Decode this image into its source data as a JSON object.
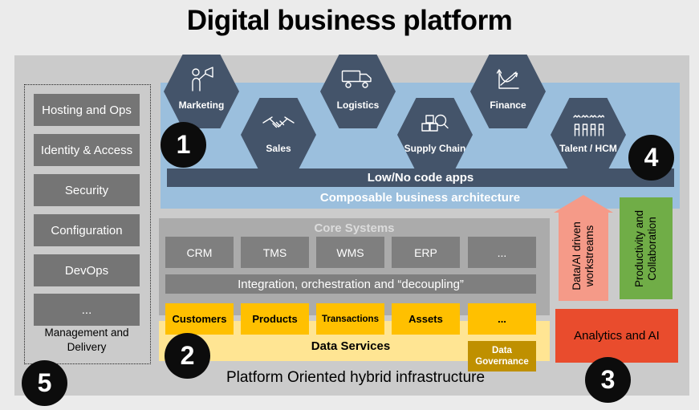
{
  "title": "Digital business platform",
  "badges": {
    "b1": "1",
    "b2": "2",
    "b3": "3",
    "b4": "4",
    "b5": "5"
  },
  "sidebar": {
    "items": [
      "Hosting and Ops",
      "Identity & Access",
      "Security",
      "Configuration",
      "DevOps",
      "..."
    ],
    "caption": "Management and Delivery"
  },
  "hexagons": [
    {
      "label": "Marketing",
      "icon": "megaphone-icon"
    },
    {
      "label": "Sales",
      "icon": "handshake-icon"
    },
    {
      "label": "Logistics",
      "icon": "truck-icon"
    },
    {
      "label": "Supply Chain",
      "icon": "inventory-search-icon"
    },
    {
      "label": "Finance",
      "icon": "chart-icon"
    },
    {
      "label": "Talent / HCM",
      "icon": "people-icon"
    }
  ],
  "apps": {
    "low_no_code": "Low/No code apps",
    "composable": "Composable business architecture"
  },
  "core": {
    "title": "Core Systems",
    "systems": [
      "CRM",
      "TMS",
      "WMS",
      "ERP",
      "..."
    ],
    "integration": "Integration, orchestration and “decoupling”"
  },
  "data_layer": {
    "boxes": [
      "Customers",
      "Products",
      "Transactions",
      "Assets",
      "..."
    ],
    "services": "Data Services",
    "governance": "Data Governance"
  },
  "right_rail": {
    "workstreams": "Data/AI driven workstreams",
    "productivity": "Productivity and Collaboration",
    "analytics": "Analytics and AI"
  },
  "footer": "Platform Oriented hybrid infrastructure",
  "colors": {
    "blue_panel": "#9bbfdd",
    "slate": "#44546a",
    "yellow_box": "#ffc000",
    "yellow_panel": "#ffe593",
    "gold_dark": "#bf9000",
    "green": "#70ad47",
    "salmon": "#f59a88",
    "red": "#e94c2d",
    "gray_box": "#757575",
    "core_gray": "#7f7f7f"
  }
}
